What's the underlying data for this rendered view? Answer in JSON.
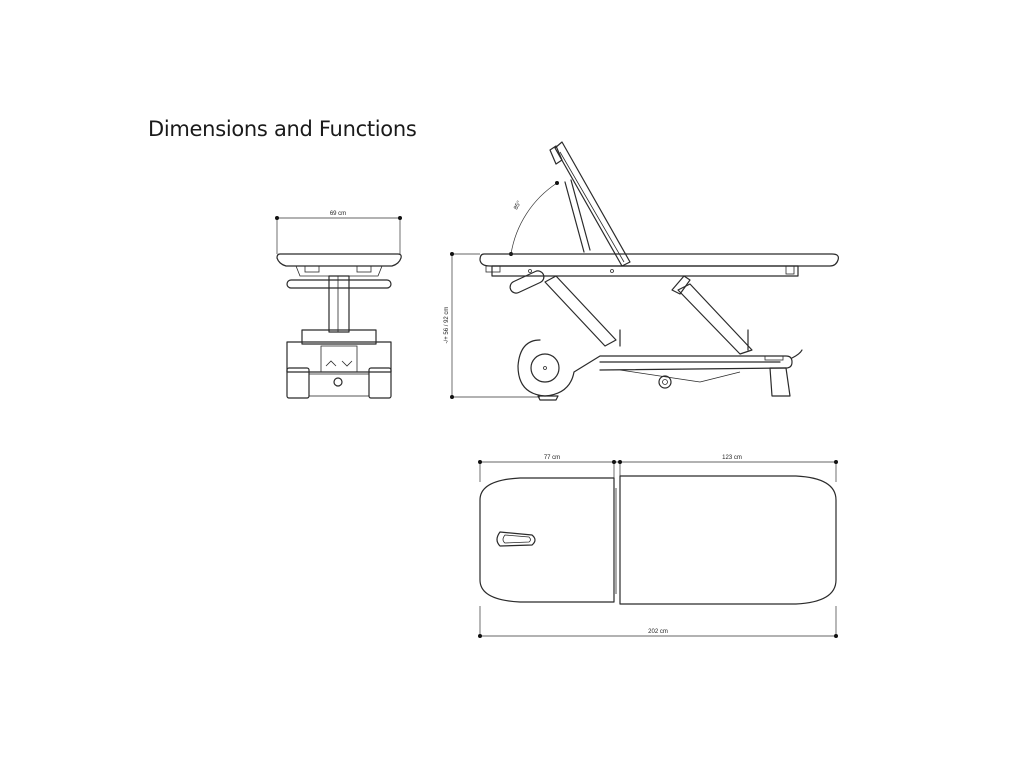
{
  "title": "Dimensions and Functions",
  "front_view": {
    "width_label": "69 cm"
  },
  "side_view": {
    "height_label": "-/+ 56 / 92 cm",
    "angle_label": "85°"
  },
  "top_view": {
    "head_section_label": "77 cm",
    "body_section_label": "123 cm",
    "total_length_label": "202 cm"
  }
}
